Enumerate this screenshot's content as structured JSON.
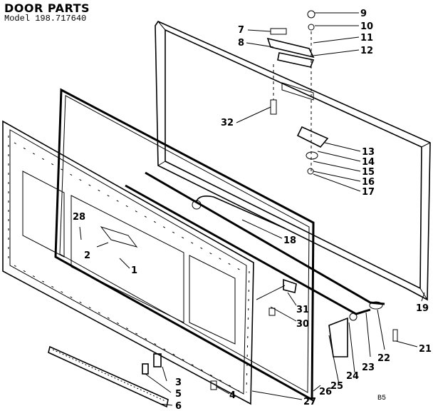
{
  "header": {
    "title": "DOOR PARTS",
    "model": "Model 198.717640"
  },
  "page_code": "B5",
  "callouts": [
    "1",
    "2",
    "3",
    "4",
    "5",
    "6",
    "7",
    "8",
    "9",
    "10",
    "11",
    "12",
    "13",
    "14",
    "15",
    "16",
    "17",
    "18",
    "19",
    "21",
    "22",
    "23",
    "24",
    "25",
    "26",
    "27",
    "28",
    "30",
    "31",
    "32"
  ]
}
